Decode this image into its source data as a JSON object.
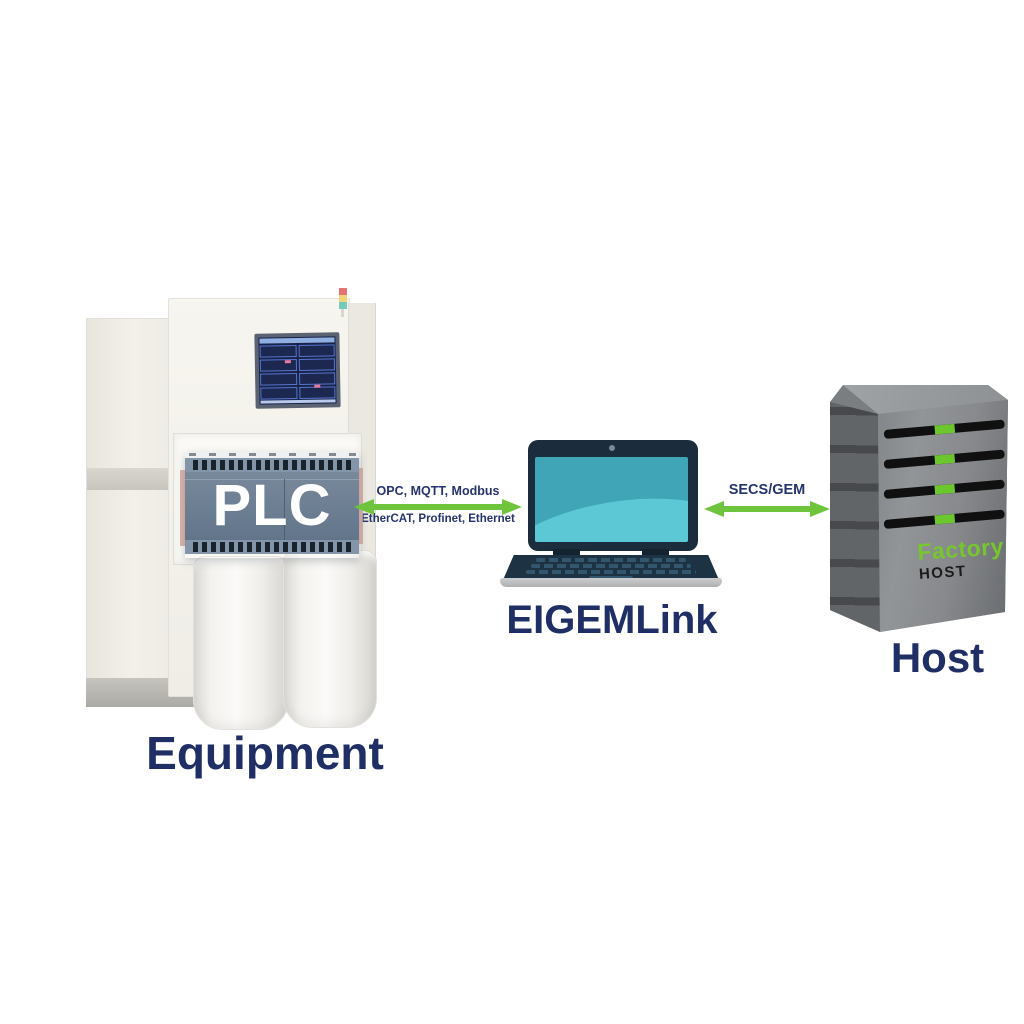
{
  "background": "#ffffff",
  "colors": {
    "arrow_green": "#6ec43c",
    "label_navy": "#1f2f66",
    "protocol_label_navy": "#25336f",
    "laptop_screen_teal": "#3fa5b7",
    "laptop_screen_teal_light": "#5cc7d5",
    "server_led_green": "#6cc62e",
    "factory_text_green": "#76c62e"
  },
  "equipment": {
    "label": "Equipment",
    "plc_label": "PLC"
  },
  "gateway": {
    "label": "EIGEMLink"
  },
  "host": {
    "label": "Host",
    "server_text_line1": "Factory",
    "server_text_line2": "HOST"
  },
  "connections": {
    "equipment_gateway": {
      "label_above": "OPC, MQTT, Modbus",
      "label_below": "EtherCAT, Profinet, Ethernet"
    },
    "gateway_host": {
      "label_above": "SECS/GEM"
    }
  }
}
